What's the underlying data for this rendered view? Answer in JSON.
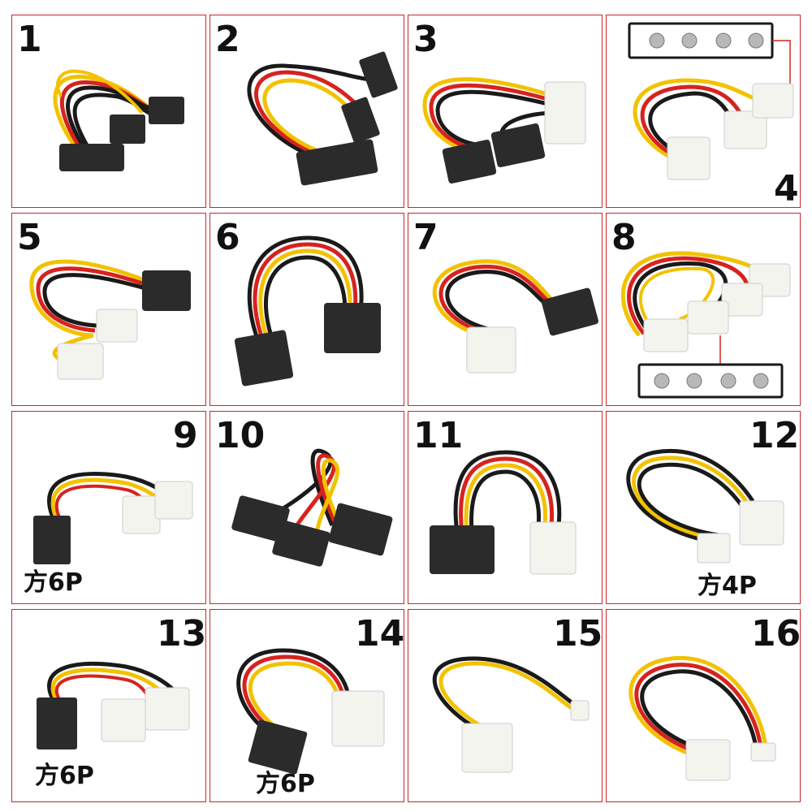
{
  "panels": [
    {
      "number": "1",
      "tag": ""
    },
    {
      "number": "2",
      "tag": ""
    },
    {
      "number": "3",
      "tag": ""
    },
    {
      "number": "4",
      "tag": ""
    },
    {
      "number": "5",
      "tag": ""
    },
    {
      "number": "6",
      "tag": ""
    },
    {
      "number": "7",
      "tag": ""
    },
    {
      "number": "8",
      "tag": ""
    },
    {
      "number": "9",
      "tag": "方6P"
    },
    {
      "number": "10",
      "tag": ""
    },
    {
      "number": "11",
      "tag": ""
    },
    {
      "number": "12",
      "tag": "方4P"
    },
    {
      "number": "13",
      "tag": "方6P"
    },
    {
      "number": "14",
      "tag": "方6P"
    },
    {
      "number": "15",
      "tag": ""
    },
    {
      "number": "16",
      "tag": ""
    }
  ],
  "colors": {
    "border": "#c9262b",
    "wire_yellow": "#f2c200",
    "wire_red": "#d6231f",
    "wire_black": "#1a1a1a",
    "connector_black": "#2b2b2b",
    "connector_white": "#f4f4ef"
  }
}
